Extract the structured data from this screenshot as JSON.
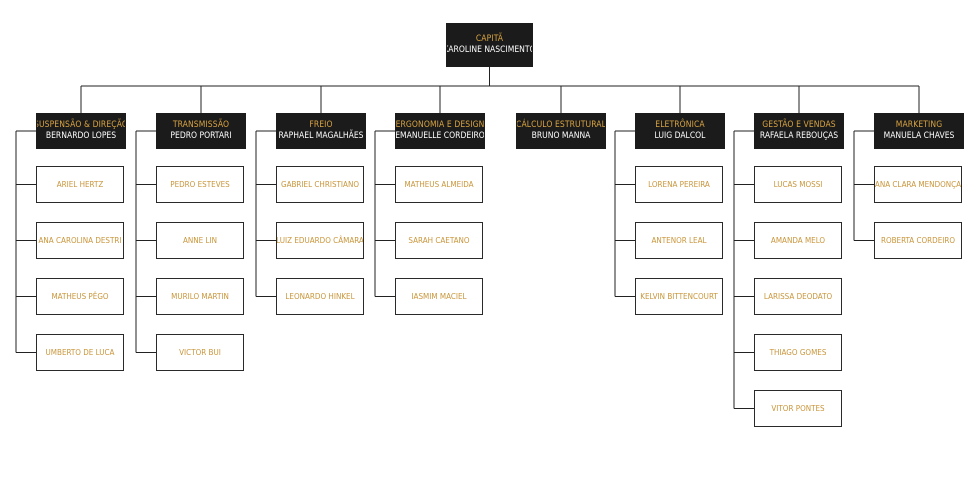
{
  "root": {
    "role": "CAPITÃ",
    "name": "KAROLINE NASCIMENTO"
  },
  "departments": [
    {
      "title": "SUSPENSÃO & DIREÇÃO",
      "lead": "BERNARDO LOPES",
      "members": [
        "ARIEL HERTZ",
        "ANA CAROLINA DESTRI",
        "MATHEUS PÊGO",
        "UMBERTO DE LUCA"
      ]
    },
    {
      "title": "TRANSMISSÃO",
      "lead": "PEDRO PORTARI",
      "members": [
        "PEDRO ESTEVES",
        "ANNE LIN",
        "MURILO MARTIN",
        "VICTOR BUI"
      ]
    },
    {
      "title": "FREIO",
      "lead": "RAPHAEL MAGALHÃES",
      "members": [
        "GABRIEL CHRISTIANO",
        "LUIZ EDUARDO CÂMARA",
        "LEONARDO HINKEL"
      ]
    },
    {
      "title": "ERGONOMIA E DESIGN",
      "lead": "EMANUELLE CORDEIRO",
      "members": [
        "MATHEUS ALMEIDA",
        "SARAH CAETANO",
        "IASMIM MACIEL"
      ]
    },
    {
      "title": "CÁLCULO ESTRUTURAL",
      "lead": "BRUNO MANNA",
      "members": []
    },
    {
      "title": "ELETRÔNICA",
      "lead": "LUIG DALCOL",
      "members": [
        "LORENA PEREIRA",
        "ANTENOR LEAL",
        "KELVIN BITTENCOURT"
      ]
    },
    {
      "title": "GESTÃO E VENDAS",
      "lead": "RAFAELA REBOUÇAS",
      "members": [
        "LUCAS MOSSI",
        "AMANDA MELO",
        "LARISSA DEODATO",
        "THIAGO GOMES",
        "VITOR PONTES"
      ]
    },
    {
      "title": "MARKETING",
      "lead": "MANUELA CHAVES",
      "members": [
        "ANA CLARA MENDONÇA",
        "ROBERTA CORDEIRO"
      ]
    }
  ]
}
